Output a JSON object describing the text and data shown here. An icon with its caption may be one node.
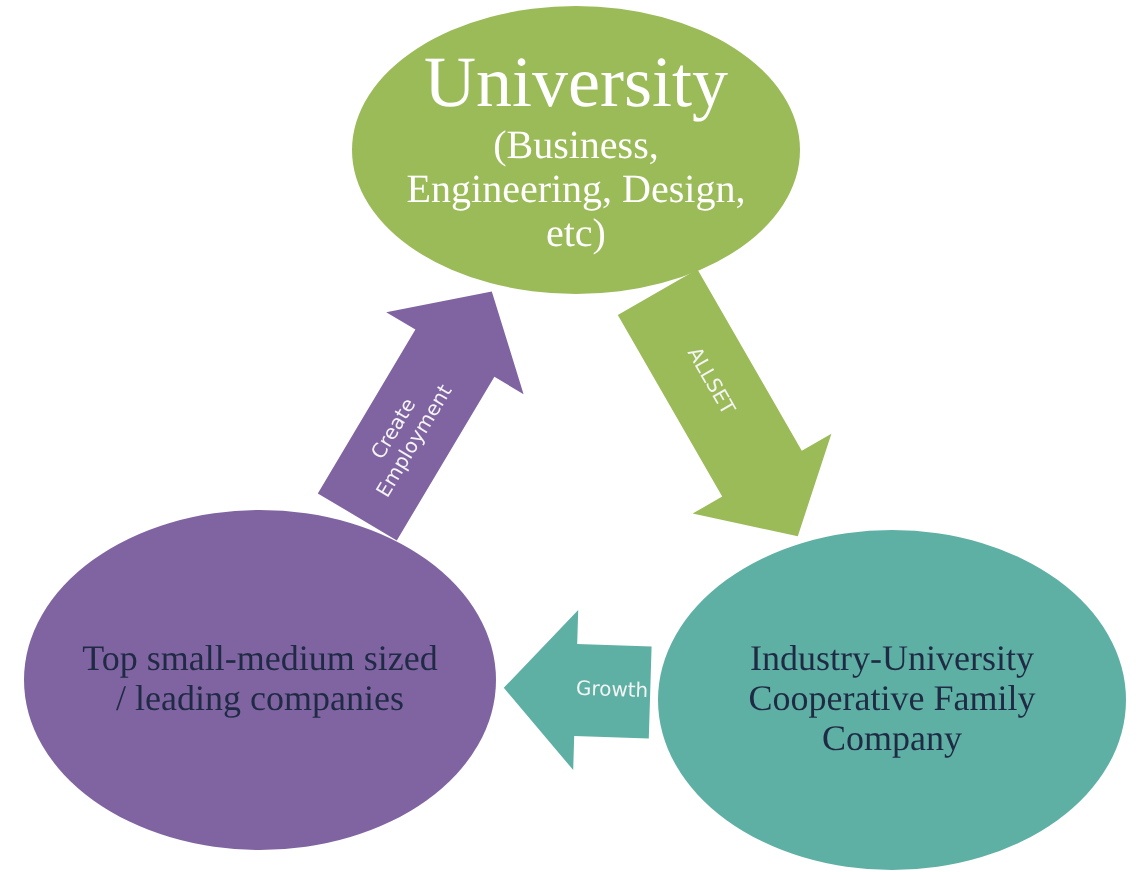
{
  "diagram": {
    "nodes": [
      {
        "text": [
          "University",
          "(Business, Engineering, Design, etc)"
        ]
      },
      {
        "text": [
          "Top small-medium sized / leading companies"
        ]
      },
      {
        "text": [
          "Industry-University Cooperative Family Company"
        ]
      }
    ],
    "edges": [
      {
        "from": 1,
        "to": 0,
        "arrow": "to",
        "label": "Create Employment",
        "color": "#8064a2"
      },
      {
        "from": 0,
        "to": 2,
        "arrow": "to",
        "label": "ALLSET",
        "color": "#9bbb59"
      },
      {
        "from": 2,
        "to": 1,
        "arrow": "to",
        "label": "Growth",
        "color": "#5fb0a4"
      }
    ]
  }
}
